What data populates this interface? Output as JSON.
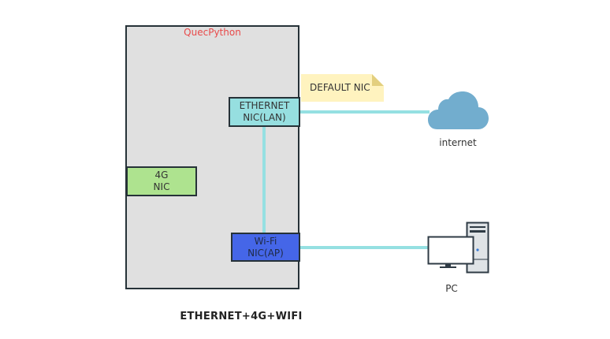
{
  "device": {
    "title": "QuecPython"
  },
  "nics": {
    "ethernet": {
      "line1": "ETHERNET",
      "line2": "NIC(LAN)"
    },
    "cellular": {
      "line1": "4G",
      "line2": "NIC"
    },
    "wifi": {
      "line1": "Wi-Fi",
      "line2": "NIC(AP)"
    }
  },
  "note": {
    "text": "DEFAULT NIC"
  },
  "endpoints": {
    "internet": {
      "label": "internet",
      "icon": "cloud-icon"
    },
    "pc": {
      "label": "PC",
      "icon": "desktop-computer-icon"
    }
  },
  "colors": {
    "ethernet_nic": "#96dfe0",
    "cellular_nic": "#aee38f",
    "wifi_nic": "#4566e8",
    "link": "#95e0e2",
    "cloud": "#72adce",
    "title": "#e84a4a",
    "note": "#fff3bf"
  },
  "caption": "ETHERNET+4G+WIFI"
}
